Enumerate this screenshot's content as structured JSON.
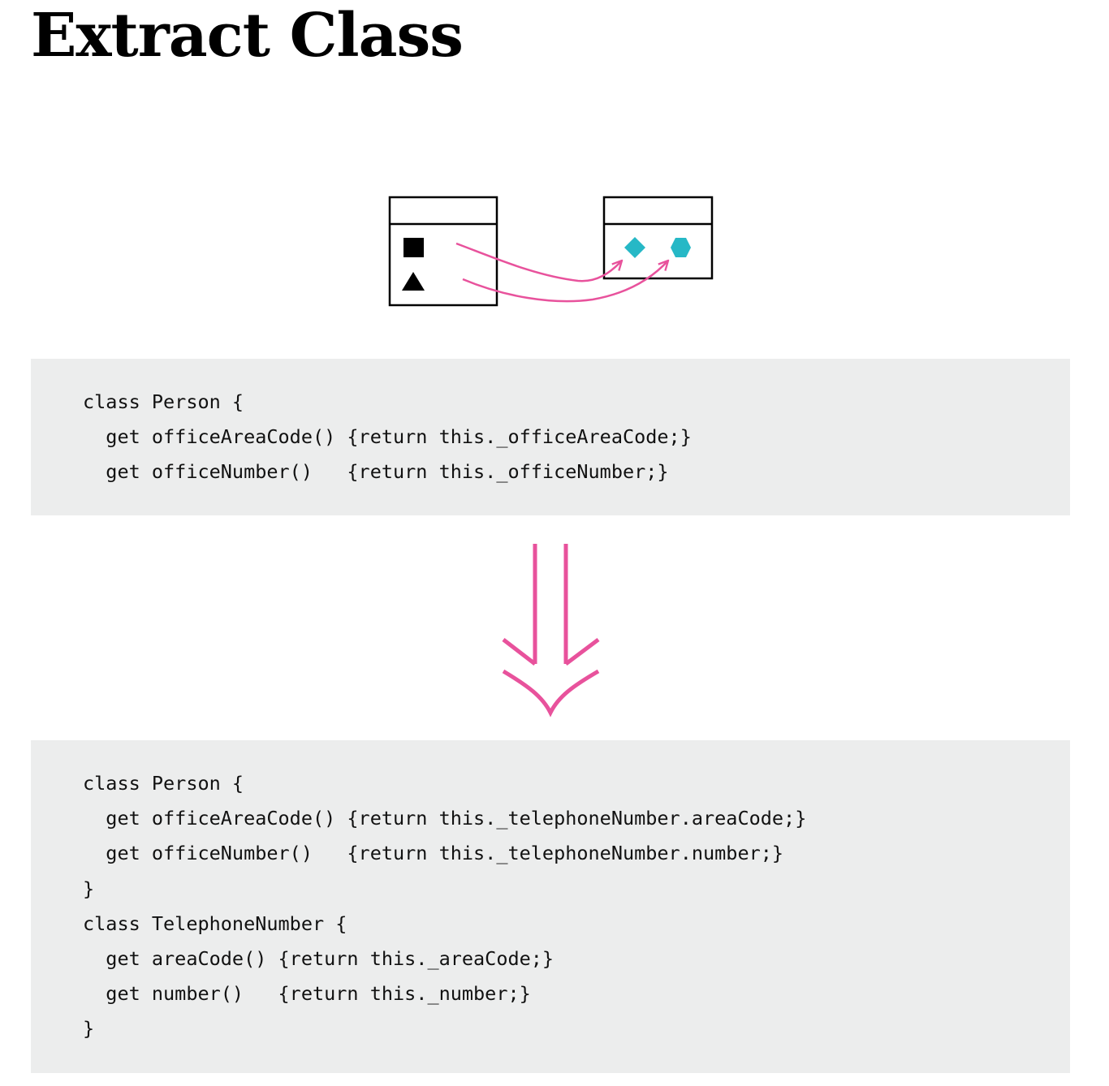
{
  "title": "Extract Class",
  "colors": {
    "arrow": "#e8529c",
    "moved_shape": "#26b8c6",
    "code_background": "#eceded"
  },
  "diagram": {
    "source_class_shapes": [
      "square-icon",
      "triangle-icon"
    ],
    "target_class_shapes": [
      "diamond-icon",
      "hexagon-icon"
    ]
  },
  "code_before": {
    "lines": [
      "class Person {",
      "  get officeAreaCode() {return this._officeAreaCode;}",
      "  get officeNumber()   {return this._officeNumber;}"
    ]
  },
  "code_after": {
    "lines": [
      "class Person {",
      "  get officeAreaCode() {return this._telephoneNumber.areaCode;}",
      "  get officeNumber()   {return this._telephoneNumber.number;}",
      "}",
      "class TelephoneNumber {",
      "  get areaCode() {return this._areaCode;}",
      "  get number()   {return this._number;}",
      "}"
    ]
  }
}
